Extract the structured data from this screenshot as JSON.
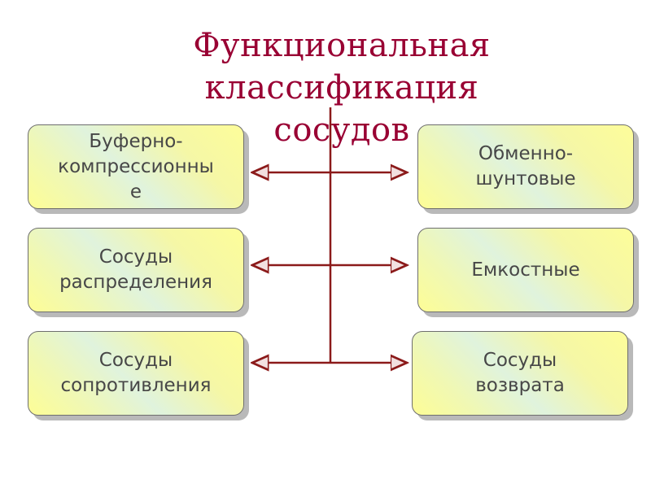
{
  "title": {
    "line1": "Функциональная классификация",
    "line2": "сосудов"
  },
  "left_boxes": [
    {
      "lines": [
        "Буферно-",
        "компрессионны",
        "е"
      ]
    },
    {
      "lines": [
        "Сосуды",
        "распределения"
      ]
    },
    {
      "lines": [
        "Сосуды",
        "сопротивления"
      ]
    }
  ],
  "right_boxes": [
    {
      "lines": [
        "Обменно-",
        "шунтовые"
      ]
    },
    {
      "lines": [
        "Емкостные"
      ]
    },
    {
      "lines": [
        "Сосуды",
        "возврата"
      ]
    }
  ],
  "colors": {
    "title": "#990033",
    "connector": "#8b1a1a",
    "box_fill_yellow": "#fdfd9a",
    "box_fill_blue": "#e0f3dd",
    "box_text": "#474747"
  }
}
